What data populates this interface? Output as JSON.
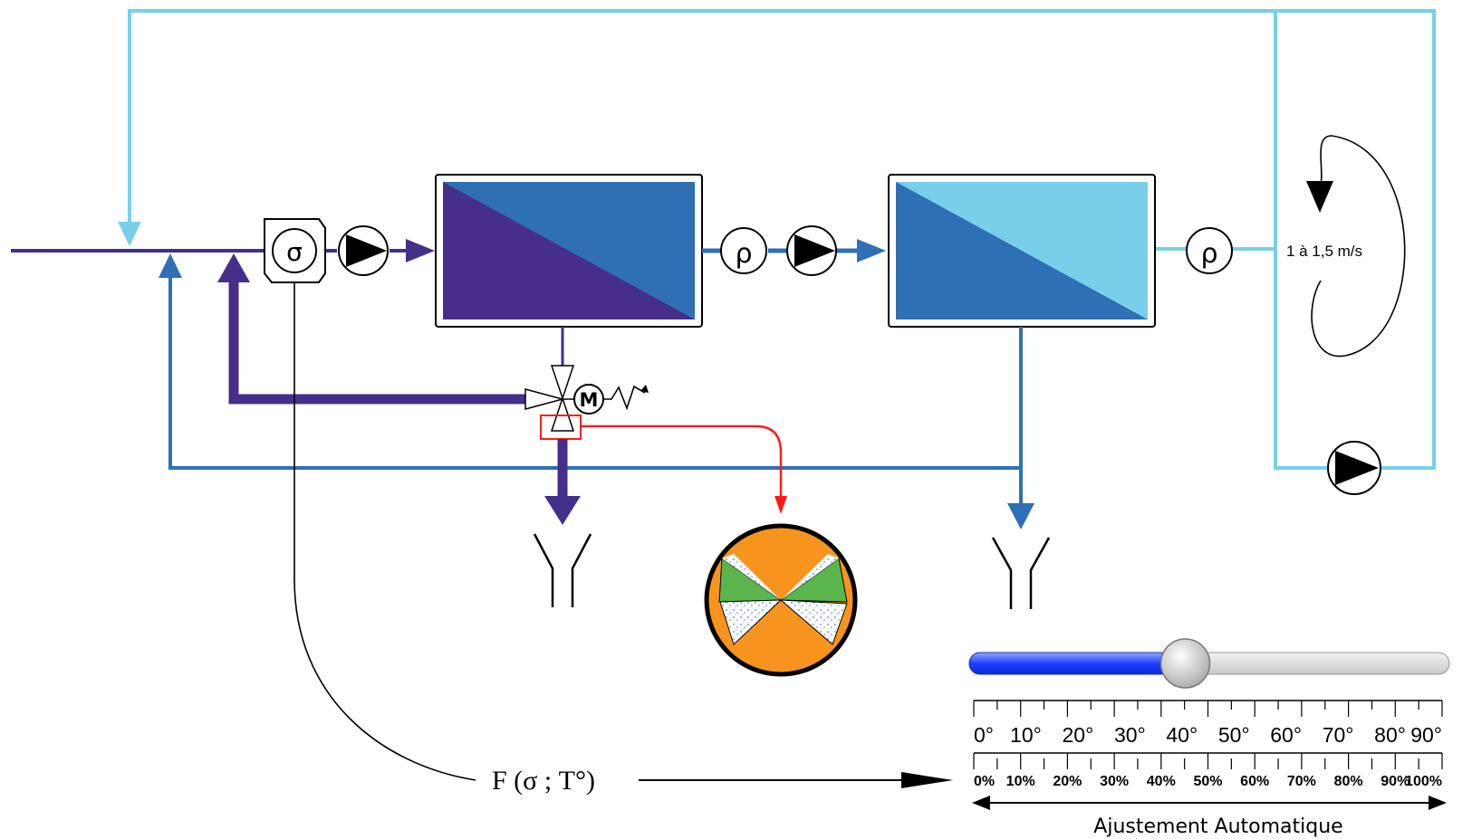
{
  "colors": {
    "purple": "#452f8a",
    "blue": "#2e6fb6",
    "light_blue": "#78cfe9",
    "red": "#ff1a1a",
    "orange": "#f7941d",
    "green": "#5ab64c"
  },
  "symbols": {
    "conductivity": "σ",
    "density_1": "ρ",
    "density_2": "ρ",
    "motor": "M"
  },
  "recirculation": {
    "speed_label": "1 à 1,5 m/s"
  },
  "formula": {
    "text": "F (σ ; T°)"
  },
  "slider": {
    "value_percent": 45
  },
  "scale": {
    "degree_labels": [
      "0°",
      "10°",
      "20°",
      "30°",
      "40°",
      "50°",
      "60°",
      "70°",
      "80°",
      "90°"
    ],
    "percent_labels": [
      "0%",
      "10%",
      "20%",
      "30%",
      "40%",
      "50%",
      "60%",
      "70%",
      "80%",
      "90%",
      "100%"
    ],
    "caption": "Ajustement Automatique"
  }
}
